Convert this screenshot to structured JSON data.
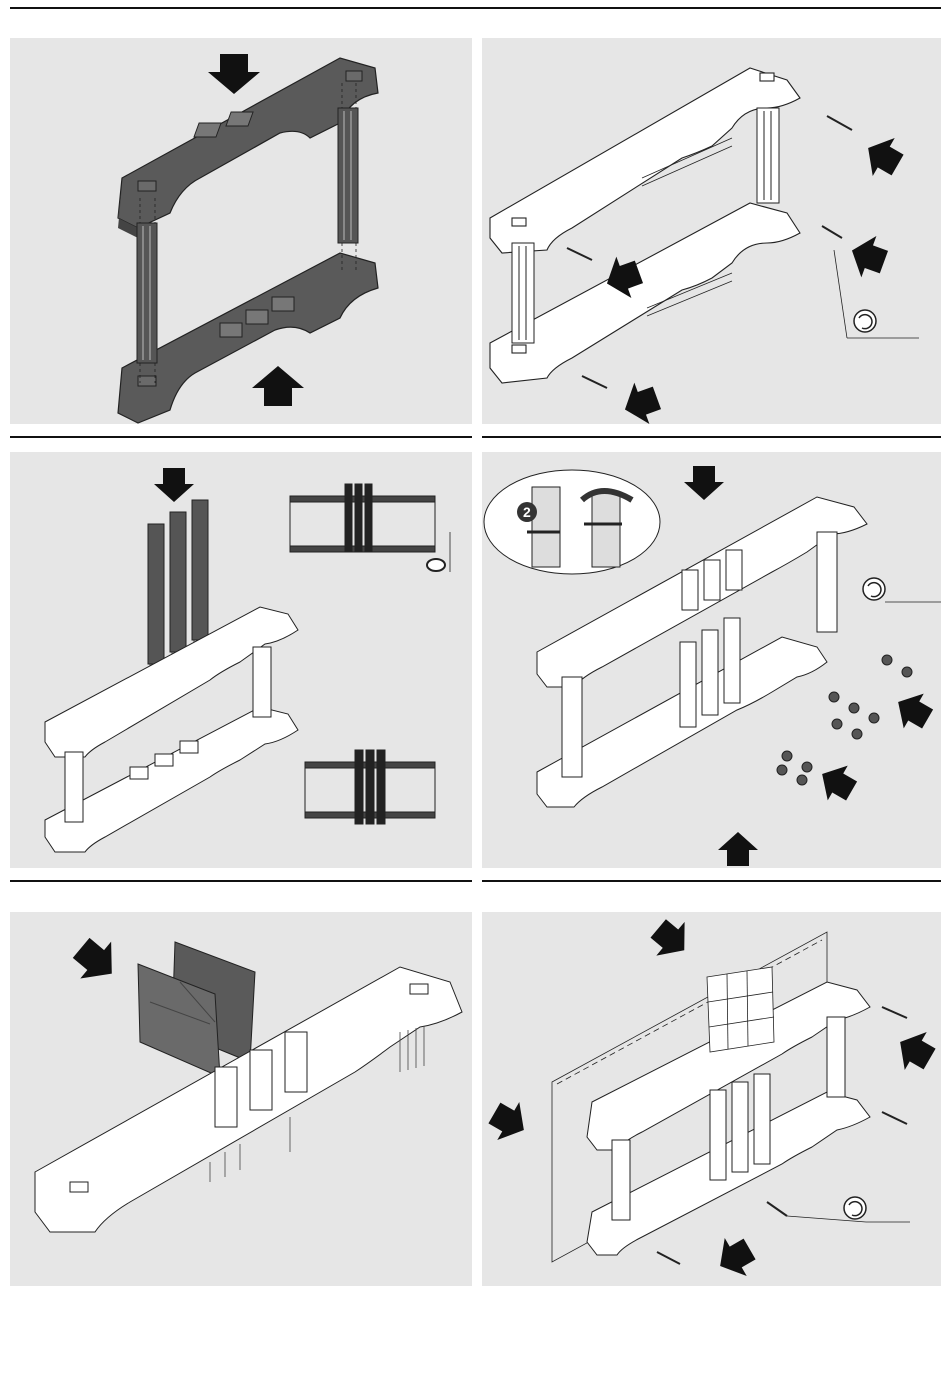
{
  "page": {
    "description_none": "",
    "panels": [
      {
        "id": 1,
        "step_badge": ""
      },
      {
        "id": 2,
        "step_badge": ""
      },
      {
        "id": 3,
        "step_badge": ""
      },
      {
        "id": 4,
        "step_badge": "2"
      },
      {
        "id": 5,
        "step_badge": ""
      },
      {
        "id": 6,
        "step_badge": ""
      }
    ]
  },
  "icons": {
    "arrow": "arrow-icon",
    "rotate": "rotate-clockwise-icon",
    "gap": "clearance-gap-icon"
  },
  "colors": {
    "panel_bg": "#e6e6e6",
    "part_dark": "#5a5a5a",
    "part_light": "#ffffff",
    "arrow": "#111111",
    "line": "#222222"
  }
}
